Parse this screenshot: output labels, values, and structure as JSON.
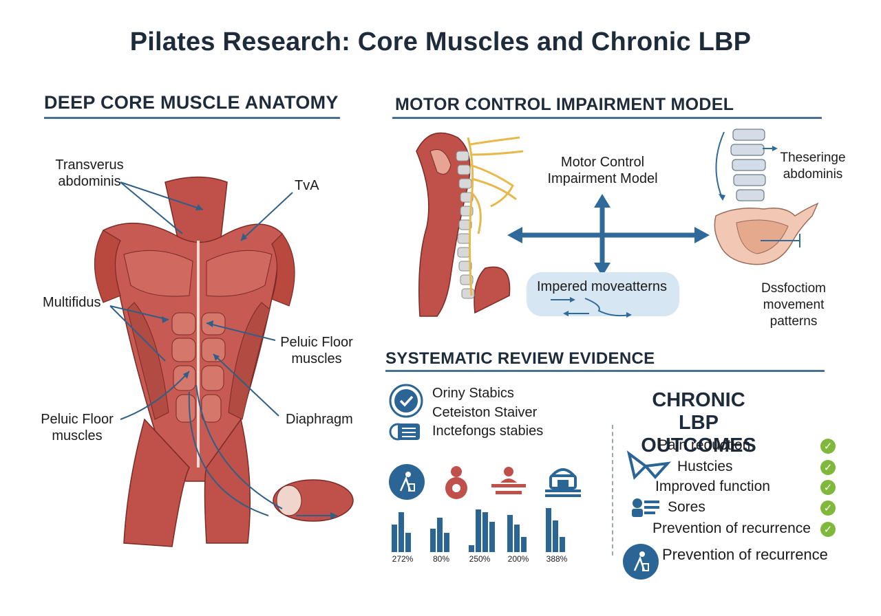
{
  "title": "Pilates Research: Core Muscles and Chronic LBP",
  "anatomy": {
    "heading": "DEEP CORE MUSCLE ANATOMY",
    "labels": {
      "transversus": "Transverus\nabdominis",
      "tva": "TvA",
      "multifidus": "Multifidus",
      "pelvic_right": "Peluic Floor\nmuscles",
      "pelvic_left": "Peluic Floor\nmuscles",
      "diaphragm": "Diaphragm"
    },
    "colors": {
      "muscle": "#c0504a",
      "muscle_light": "#e7a493",
      "arrow": "#2f5f86"
    }
  },
  "motor": {
    "heading": "MOTOR CONTROL IMPAIRMENT MODEL",
    "center_label": "Motor Control\nImpairment Model",
    "box_label": "Impered moveatterns",
    "right_top_label": "Theseringe\nabdominis",
    "right_bottom_label": "Dssfoctiom\nmovement\npatterns",
    "colors": {
      "arrow": "#2f6a9a",
      "box": "#d6e6f2",
      "nerve": "#e7b84a"
    }
  },
  "review": {
    "heading": "SYSTEMATIC REVIEW EVIDENCE",
    "items": [
      "Oriny Stabics",
      "Ceteiston Staiver",
      "Inctefongs stabies"
    ],
    "icons": [
      "check-circle-icon",
      "clipboard-icon"
    ],
    "bar_icons": [
      "person-icon",
      "body-icon",
      "patient-bed-icon",
      "equipment-icon"
    ],
    "bar_labels": [
      "272%",
      "80%",
      "250%",
      "200%",
      "388%"
    ],
    "colors": {
      "primary": "#2b6596",
      "accent": "#c0504a"
    }
  },
  "outcomes": {
    "heading": "CHRONIC LBP\nOUTCOMES",
    "items": [
      "Pain reduction",
      "Hustcies",
      "Improved function",
      "Sores",
      "Prevention of recurrence"
    ],
    "footer": "Prevention of recurrence",
    "colors": {
      "check": "#7fb83a",
      "icon": "#2b6596"
    }
  }
}
